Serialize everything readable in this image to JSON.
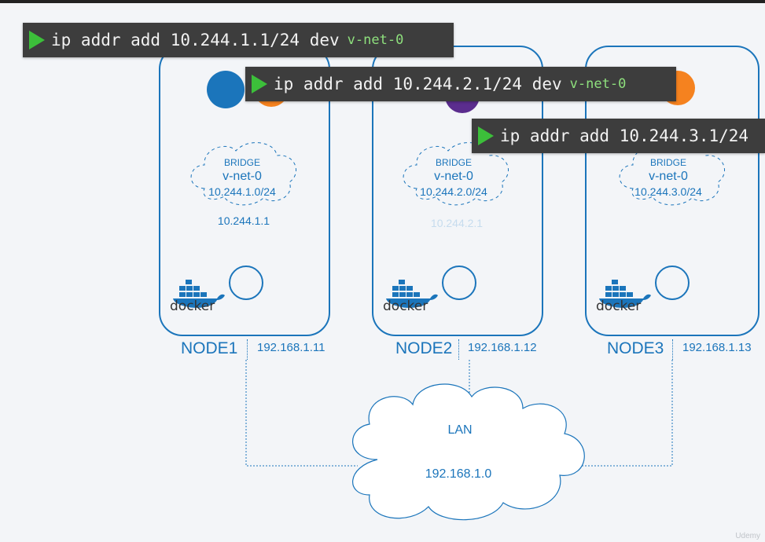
{
  "nodes": [
    {
      "name": "NODE1",
      "ip": "192.168.1.11",
      "bridge_label": "BRIDGE",
      "bridge_name": "v-net-0",
      "subnet": "10.244.1.0/24",
      "bridge_ip": "10.244.1.1",
      "docker_label": "docker"
    },
    {
      "name": "NODE2",
      "ip": "192.168.1.12",
      "bridge_label": "BRIDGE",
      "bridge_name": "v-net-0",
      "subnet": "10.244.2.0/24",
      "bridge_ip": "10.244.2.1",
      "docker_label": "docker"
    },
    {
      "name": "NODE3",
      "ip": "192.168.1.13",
      "bridge_label": "BRIDGE",
      "bridge_name": "v-net-0",
      "subnet": "10.244.3.0/24",
      "docker_label": "docker"
    }
  ],
  "commands": [
    {
      "text": "ip addr add 10.244.1.1/24 dev",
      "dev": "v-net-0"
    },
    {
      "text": "ip addr add 10.244.2.1/24 dev",
      "dev": "v-net-0"
    },
    {
      "text": "ip addr add 10.244.3.1/24",
      "dev": ""
    }
  ],
  "lan": {
    "label": "LAN",
    "network": "192.168.1.0"
  },
  "watermark": "Udemy",
  "colors": {
    "accent": "#1b75bb",
    "pod_blue": "#1b75bb",
    "pod_orange": "#f5821f",
    "pod_purple": "#5b2d8e",
    "play": "#3cbf3a",
    "terminal_bg": "#3d3d3d",
    "faded_ip": "#c6dcee"
  }
}
